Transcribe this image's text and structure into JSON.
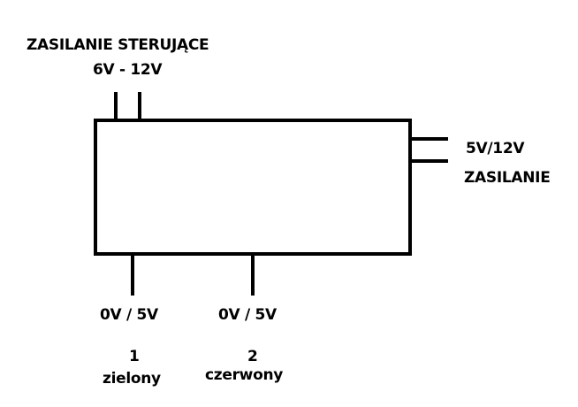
{
  "labels": {
    "control_power_title": "ZASILANIE STERUJĄCE",
    "control_power_range": "6V - 12V",
    "power_voltage": "5V/12V",
    "power_title": "ZASILANIE",
    "output1_voltage": "0V / 5V",
    "output2_voltage": "0V / 5V",
    "output1_number": "1",
    "output1_color": "zielony",
    "output2_number": "2",
    "output2_color": "czerwony"
  }
}
